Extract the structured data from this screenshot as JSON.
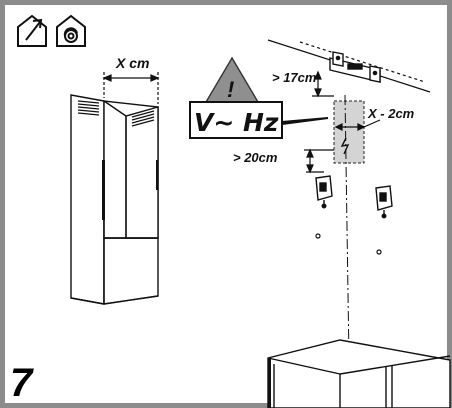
{
  "icons": [
    "duct-exhaust-icon",
    "recirculation-icon"
  ],
  "dimensions": {
    "width": "X cm",
    "top_gap": "> 17cm",
    "bracket_gap": "> 20cm",
    "socket_width": "X - 2cm"
  },
  "warning": {
    "symbol": "!",
    "voltage": "V~ Hz"
  },
  "step_number": "7",
  "colors": {
    "frame": "#8c8c8c",
    "socket_area": "#d4d4d4",
    "line": "#111111"
  }
}
